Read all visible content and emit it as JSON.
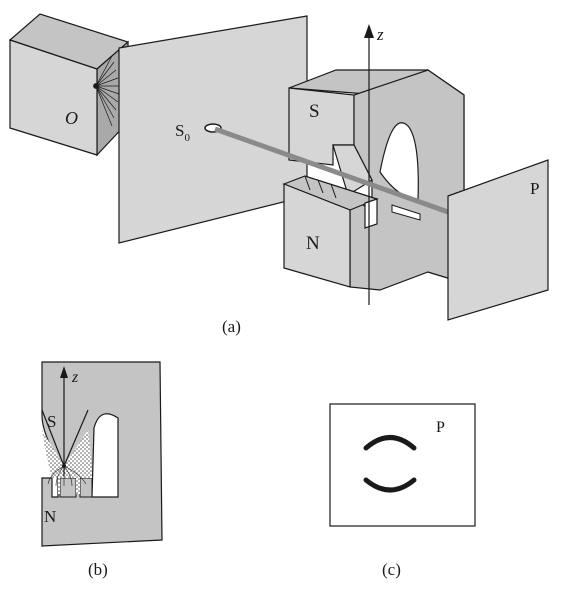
{
  "labels": {
    "oven": "O",
    "slit": "S",
    "slit_sub": "0",
    "south": "S",
    "north": "N",
    "plate": "P",
    "z_axis": "z",
    "caption_a": "(a)",
    "south_b": "S",
    "north_b": "N",
    "z_axis_b": "z",
    "caption_b": "(b)",
    "plate_c": "P",
    "caption_c": "(c)"
  },
  "colors": {
    "fill_light": "#d6d6d6",
    "fill_mid": "#c4c4c4",
    "fill_dark": "#a9a9a9",
    "stroke": "#1a1a1a",
    "beam": "#8a8a8a"
  }
}
